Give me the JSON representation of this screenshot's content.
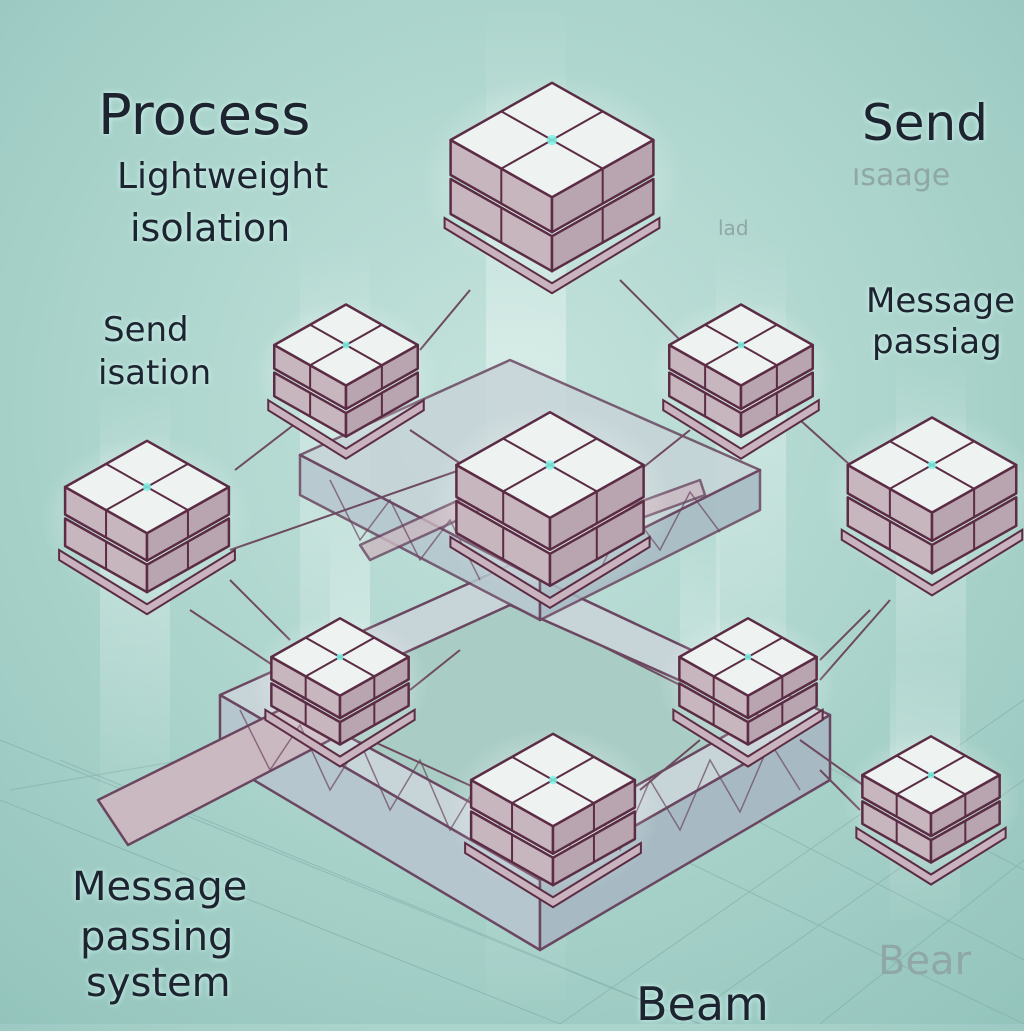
{
  "labels": {
    "process": "Process",
    "lightweight": "Lightweight",
    "isolation": "isolation",
    "send_isolation_line1": "Send",
    "send_isolation_line2": "isation",
    "send_right": "Send",
    "message_faint": "ısaage",
    "faint_small": "lad",
    "message_passing_right_line1": "Message",
    "message_passing_right_line2": "passiag",
    "message_passing_system_line1": "Message",
    "message_passing_system_line2": "passing",
    "message_passing_system_line3": "system",
    "beam": "Beam",
    "beam_faint": "Bear"
  },
  "colors": {
    "background": "#a9d3cb",
    "block_top": "#eef3f2",
    "block_side": "#d4c7cd",
    "block_outline": "#5b2c44",
    "frame": "#b9c8cf",
    "frame_outline": "#6b4660",
    "glow": "#e6fffb",
    "connector": "#6e4a5f",
    "text": "#1d2430"
  },
  "nodes": [
    {
      "id": "top-center"
    },
    {
      "id": "upper-left"
    },
    {
      "id": "upper-right"
    },
    {
      "id": "far-left"
    },
    {
      "id": "center"
    },
    {
      "id": "far-right"
    },
    {
      "id": "lower-left"
    },
    {
      "id": "lower-right"
    },
    {
      "id": "bottom-center"
    },
    {
      "id": "bottom-right"
    }
  ]
}
